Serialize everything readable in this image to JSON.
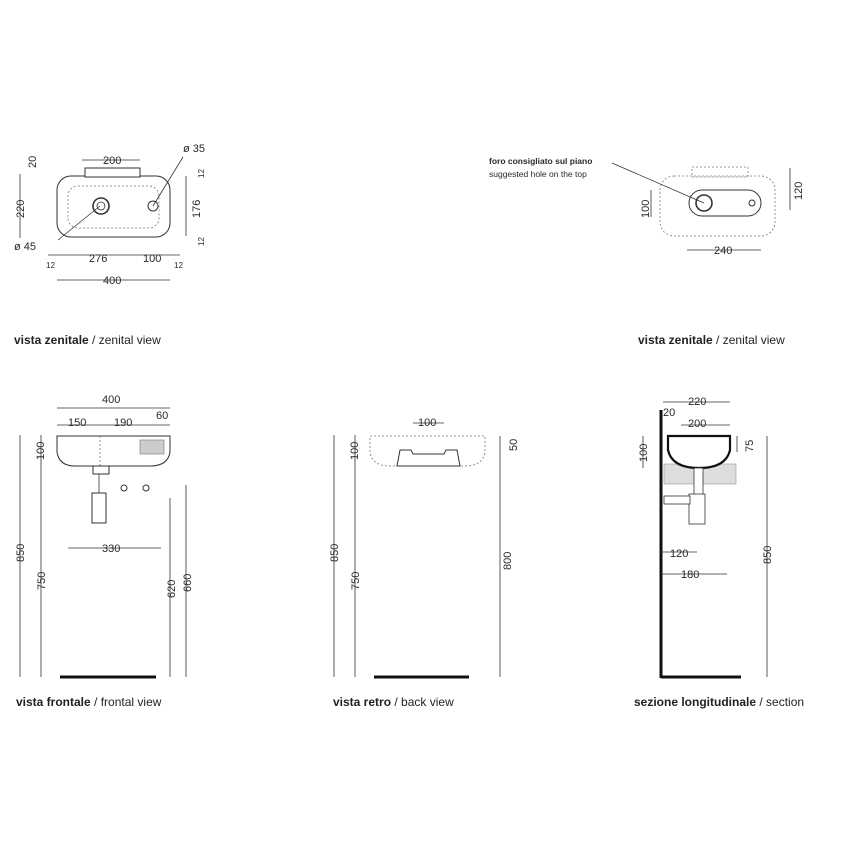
{
  "captions": {
    "top_left": {
      "bold": "vista zenitale",
      "sep": " / ",
      "normal": "zenital view"
    },
    "top_right": {
      "bold": "vista zenitale",
      "sep": " / ",
      "normal": "zenital view"
    },
    "bot_left": {
      "bold": "vista frontale",
      "sep": " / ",
      "normal": "frontal view"
    },
    "bot_mid": {
      "bold": "vista retro",
      "sep": " / ",
      "normal": "back view"
    },
    "bot_right": {
      "bold": "sezione longitudinale",
      "sep": " / ",
      "normal": "section"
    }
  },
  "views": {
    "zenital_left": {
      "d200": "200",
      "d35": "ø 35",
      "d20": "20",
      "d12a": "12",
      "d220": "220",
      "d176": "176",
      "d12b": "12",
      "d45": "ø 45",
      "d12c": "12",
      "d276": "276",
      "d100": "100",
      "d12d": "12",
      "d400": "400"
    },
    "zenital_right": {
      "note_it": "foro consigliato sul piano",
      "note_en": "suggested hole on the top",
      "d100": "100",
      "d120": "120",
      "d240": "240"
    },
    "frontal": {
      "d400": "400",
      "d150": "150",
      "d190": "190",
      "d60": "60",
      "d100": "100",
      "d850": "850",
      "d750": "750",
      "d330": "330",
      "d620": "620",
      "d660": "660"
    },
    "back": {
      "d100top": "100",
      "d100": "100",
      "d50": "50",
      "d850": "850",
      "d750": "750",
      "d800": "800"
    },
    "section": {
      "d220": "220",
      "d20": "20",
      "d200": "200",
      "d100": "100",
      "d75": "75",
      "d120": "120",
      "d180": "180",
      "d850": "850"
    }
  }
}
